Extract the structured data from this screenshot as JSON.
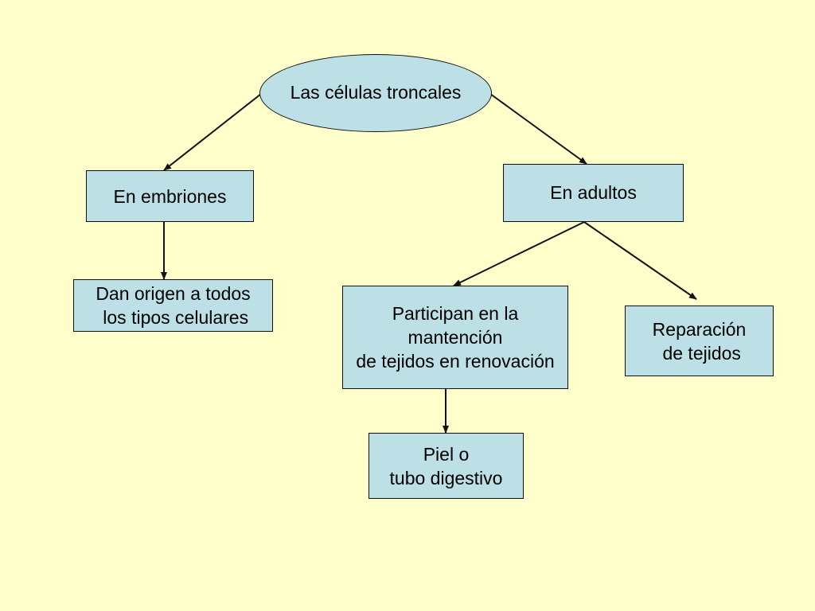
{
  "colors": {
    "background": "#ffffcc",
    "node_fill": "#bce0e5",
    "stroke": "#111111"
  },
  "diagram": {
    "nodes": [
      {
        "id": "root",
        "shape": "ellipse",
        "lines": [
          "Las células troncales"
        ]
      },
      {
        "id": "embr",
        "shape": "rect",
        "lines": [
          "En embriones"
        ]
      },
      {
        "id": "adul",
        "shape": "rect",
        "lines": [
          "En adultos"
        ]
      },
      {
        "id": "dan",
        "shape": "rect",
        "lines": [
          "Dan origen a todos",
          " los tipos celulares"
        ]
      },
      {
        "id": "part",
        "shape": "rect",
        "lines": [
          "Participan en la",
          "mantención",
          "de tejidos en renovación"
        ]
      },
      {
        "id": "rep",
        "shape": "rect",
        "lines": [
          "Reparación",
          " de tejidos"
        ]
      },
      {
        "id": "piel",
        "shape": "rect",
        "lines": [
          "Piel o",
          "tubo digestivo"
        ]
      }
    ],
    "edges": [
      {
        "from": "root",
        "to": "embr"
      },
      {
        "from": "root",
        "to": "adul"
      },
      {
        "from": "embr",
        "to": "dan"
      },
      {
        "from": "adul",
        "to": "part"
      },
      {
        "from": "adul",
        "to": "rep"
      },
      {
        "from": "part",
        "to": "piel"
      }
    ]
  }
}
